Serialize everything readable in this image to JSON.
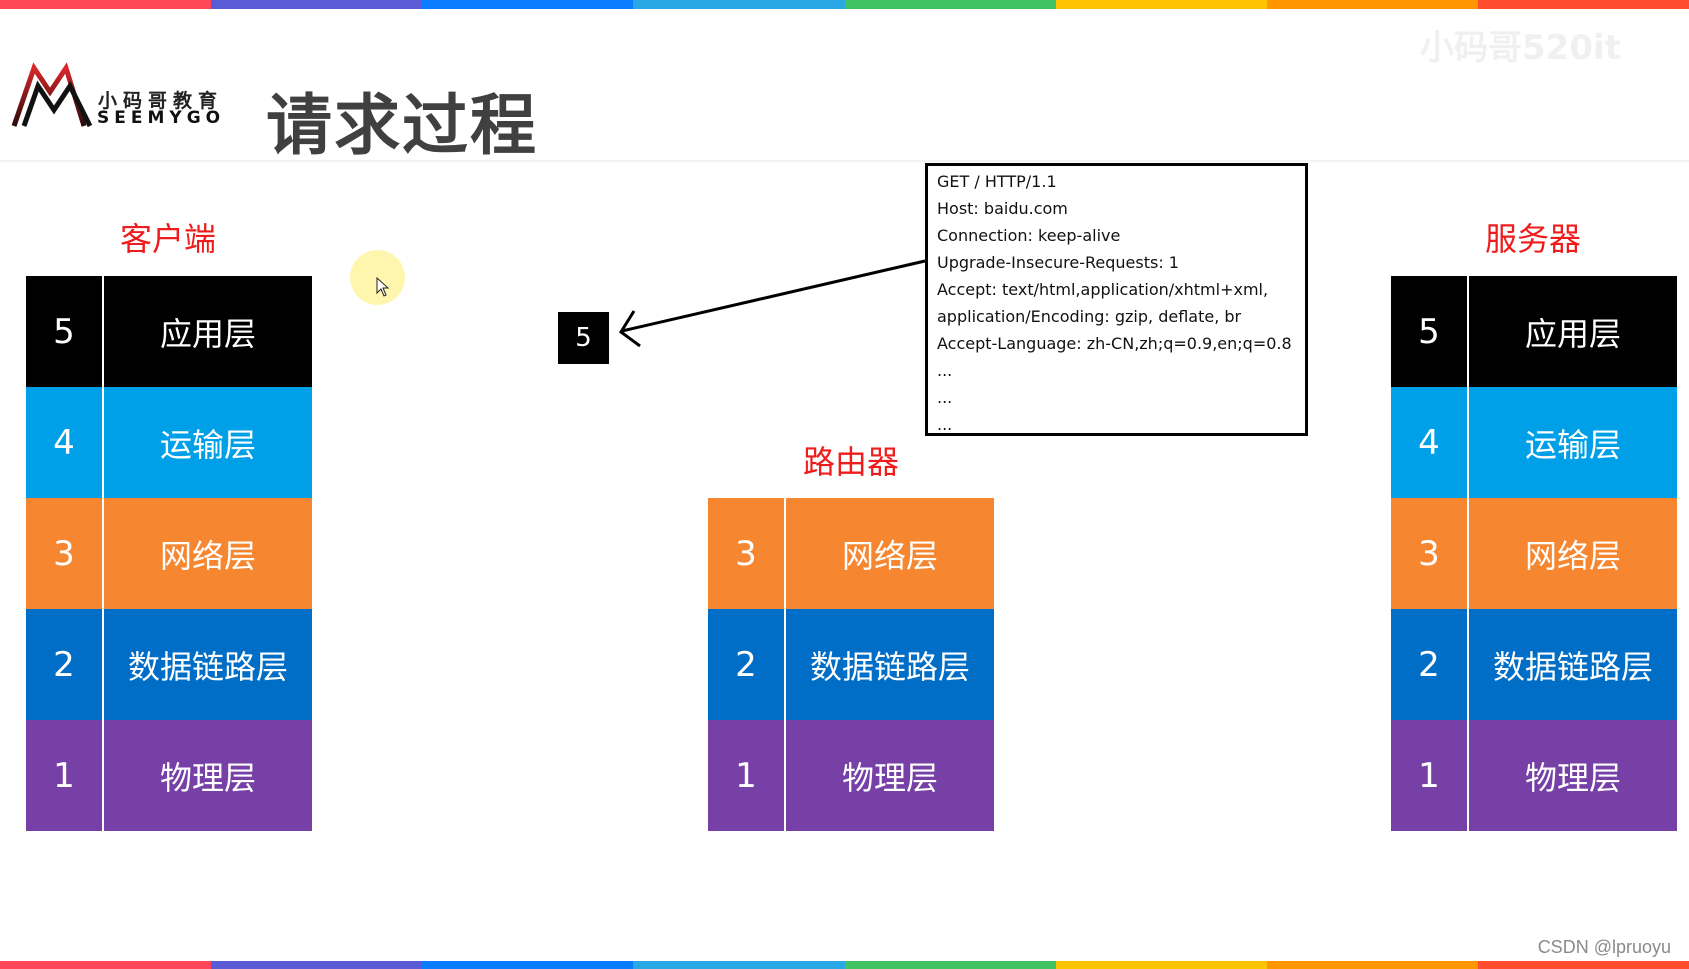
{
  "header": {
    "logo": {
      "cn": "小码哥教育",
      "en": "SEEMYGO"
    },
    "title": "请求过程",
    "watermark": "小码哥520it"
  },
  "colors": {
    "bar": [
      "#ff4757",
      "#5b5bd6",
      "#0a7cff",
      "#2aa8e6",
      "#40c463",
      "#ffc400",
      "#ff9600",
      "#ff4d2e"
    ],
    "label_red": "#ee1c1c",
    "layer5": "#000000",
    "layer4": "#00a0e9",
    "layer3": "#f6862f",
    "layer2": "#006ec6",
    "layer1": "#7640a6"
  },
  "client": {
    "label": "客户端",
    "layers": [
      {
        "num": "5",
        "name": "应用层"
      },
      {
        "num": "4",
        "name": "运输层"
      },
      {
        "num": "3",
        "name": "网络层"
      },
      {
        "num": "2",
        "name": "数据链路层"
      },
      {
        "num": "1",
        "name": "物理层"
      }
    ]
  },
  "router": {
    "label": "路由器",
    "layers": [
      {
        "num": "3",
        "name": "网络层"
      },
      {
        "num": "2",
        "name": "数据链路层"
      },
      {
        "num": "1",
        "name": "物理层"
      }
    ]
  },
  "server": {
    "label": "服务器",
    "layers": [
      {
        "num": "5",
        "name": "应用层"
      },
      {
        "num": "4",
        "name": "运输层"
      },
      {
        "num": "3",
        "name": "网络层"
      },
      {
        "num": "2",
        "name": "数据链路层"
      },
      {
        "num": "1",
        "name": "物理层"
      }
    ]
  },
  "packet": {
    "layer_num": "5"
  },
  "http_request": {
    "lines": [
      "GET / HTTP/1.1",
      "Host: baidu.com",
      "Connection: keep-alive",
      "Upgrade-Insecure-Requests: 1",
      "Accept: text/html,application/xhtml+xml,",
      "application/Encoding: gzip, deflate, br",
      "Accept-Language: zh-CN,zh;q=0.9,en;q=0.8",
      "...",
      "...",
      "..."
    ]
  },
  "footer": {
    "credit": "CSDN @lpruoyu"
  }
}
